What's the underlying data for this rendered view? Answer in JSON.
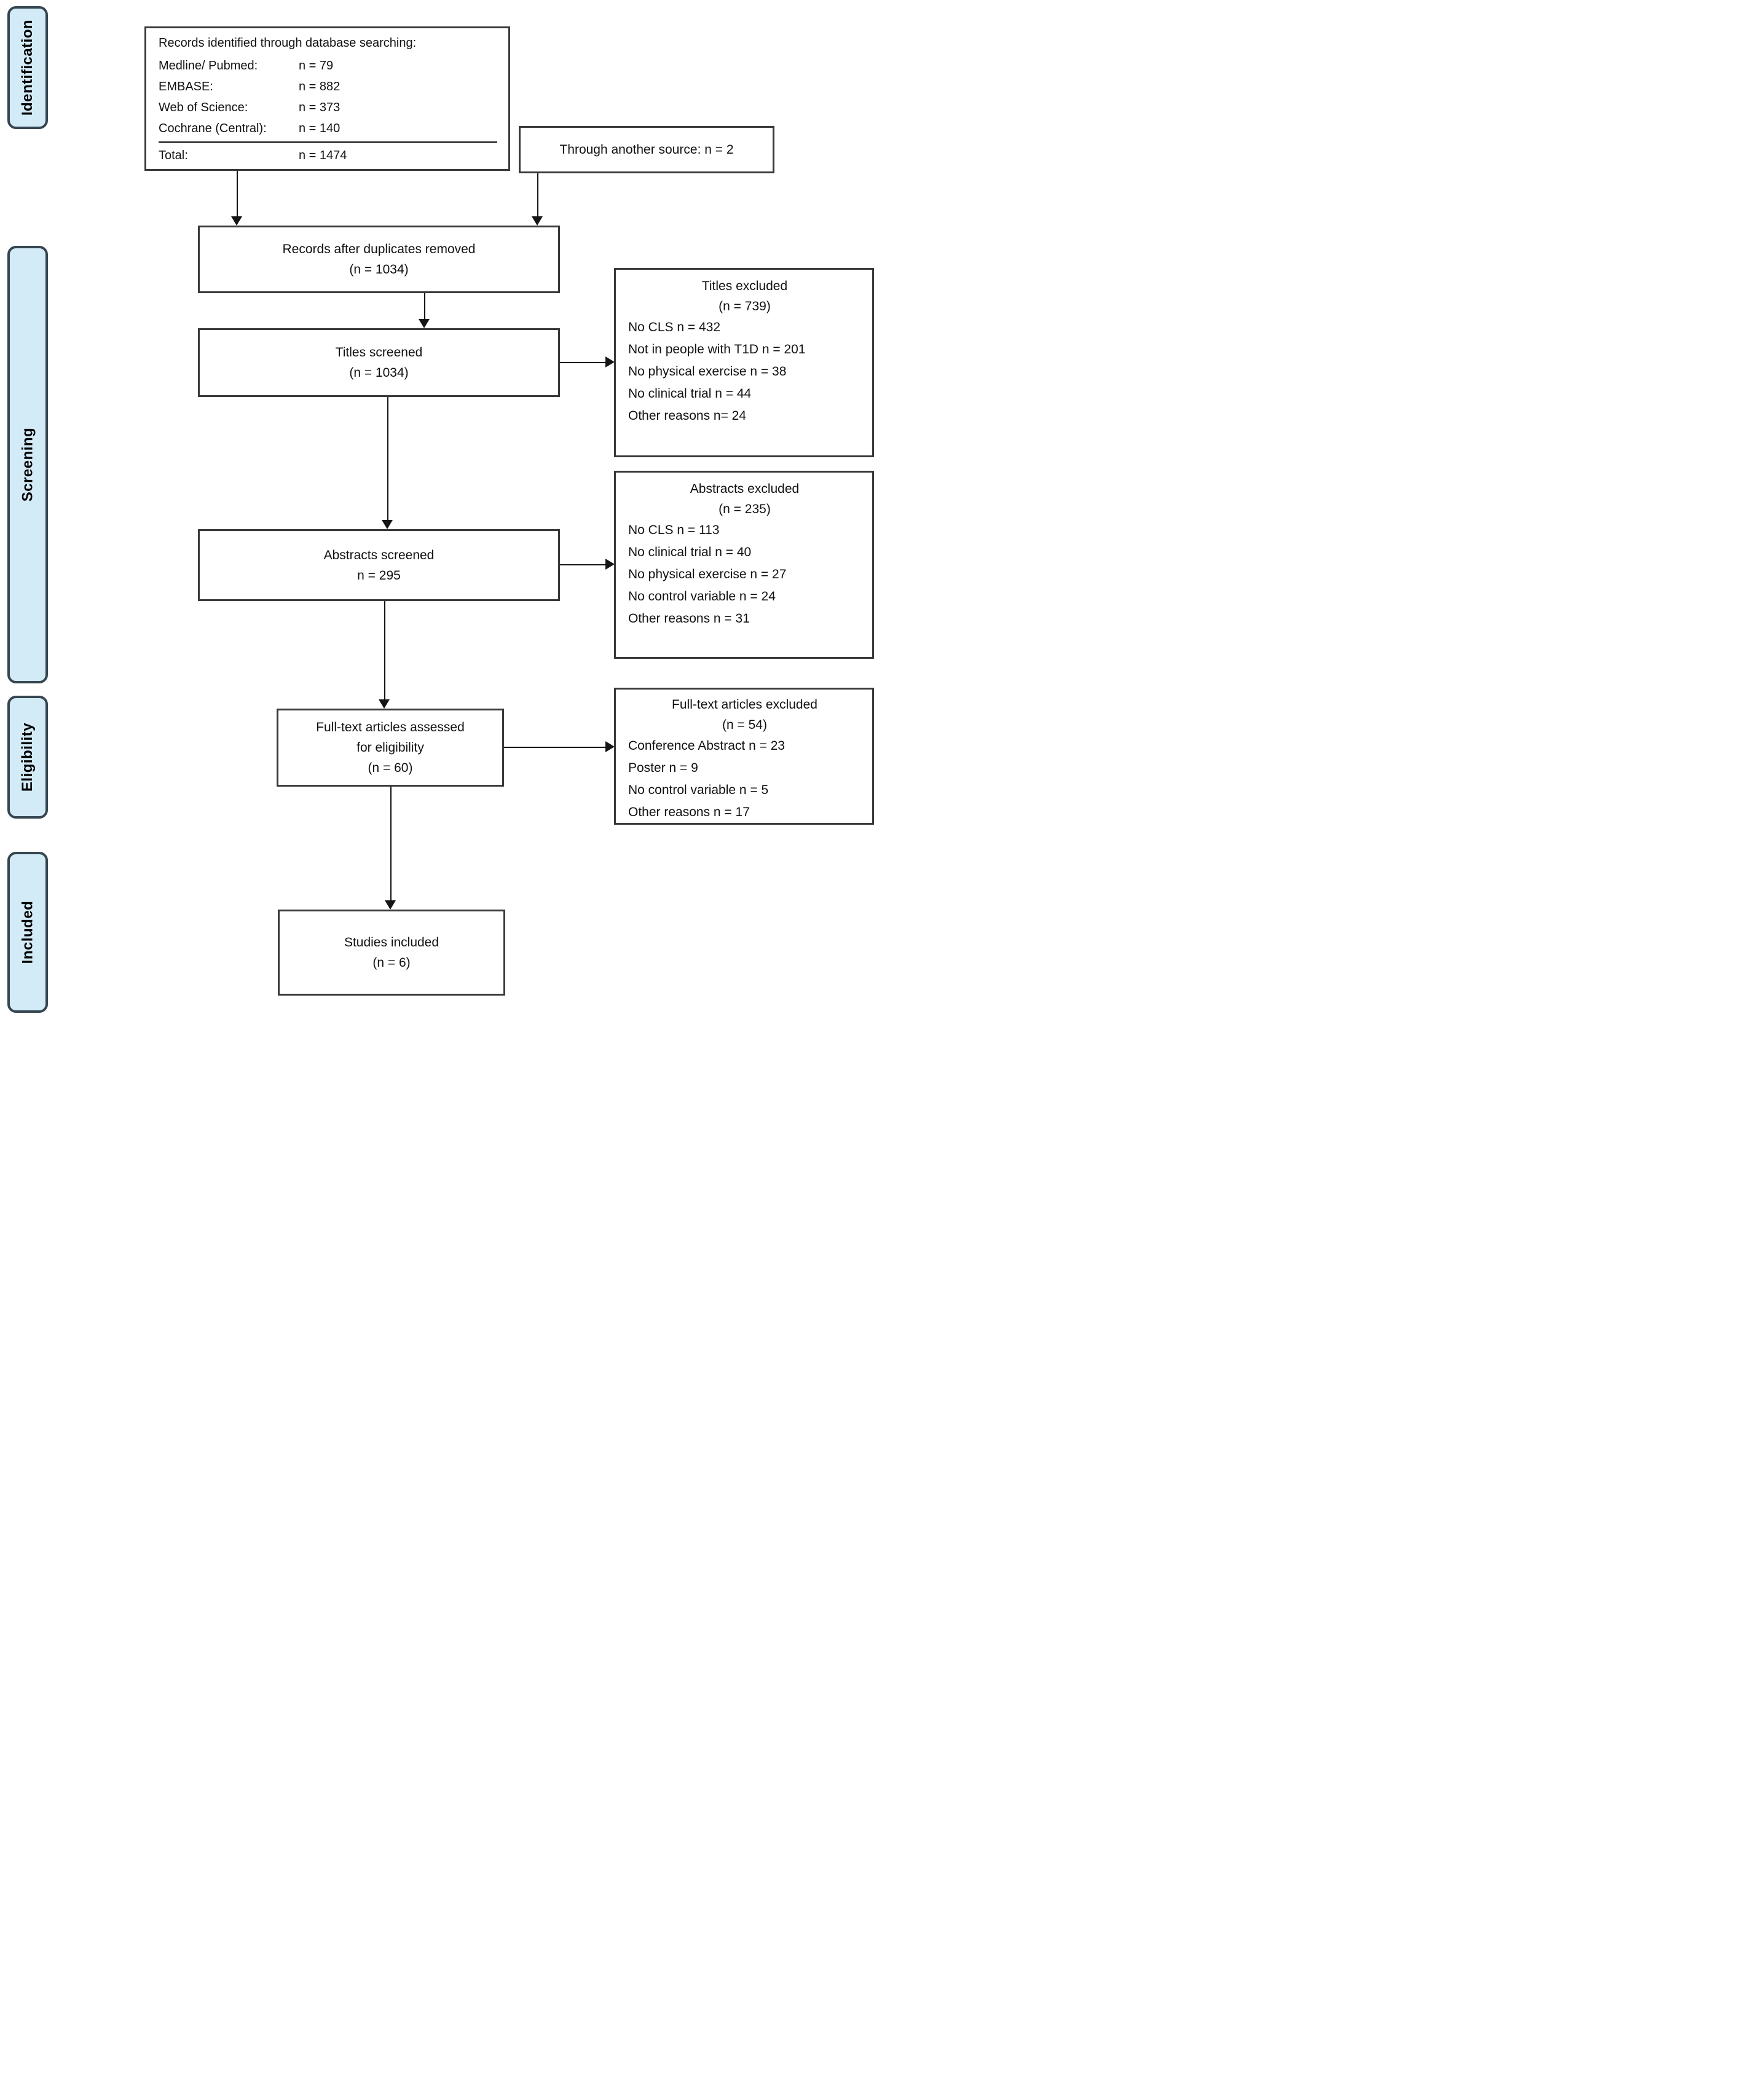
{
  "stages": [
    {
      "label": "Identification"
    },
    {
      "label": "Screening"
    },
    {
      "label": "Eligibility"
    },
    {
      "label": "Included"
    }
  ],
  "boxes": {
    "identified": {
      "title": "Records identified through database searching:",
      "rows": [
        {
          "source": "Medline/ Pubmed:",
          "count": "n = 79"
        },
        {
          "source": "EMBASE:",
          "count": "n = 882"
        },
        {
          "source": "Web of Science:",
          "count": "n = 373"
        },
        {
          "source": "Cochrane (Central):",
          "count": "n = 140"
        }
      ],
      "total": {
        "source": "Total:",
        "count": "n = 1474"
      }
    },
    "other_source": {
      "text": "Through another source: n = 2"
    },
    "duplicates_removed": {
      "line1": "Records after duplicates removed",
      "line2": "(n = 1034)"
    },
    "titles_screened": {
      "line1": "Titles screened",
      "line2": "(n = 1034)"
    },
    "titles_excluded": {
      "title": "Titles excluded",
      "count": "(n = 739)",
      "items": [
        "No CLS n = 432",
        "Not in people with T1D n = 201",
        "No physical exercise n = 38",
        "No clinical trial n = 44",
        "Other reasons n= 24"
      ]
    },
    "abstracts_screened": {
      "line1": "Abstracts screened",
      "line2": "n = 295"
    },
    "abstracts_excluded": {
      "title": "Abstracts excluded",
      "count": "(n = 235)",
      "items": [
        "No CLS n = 113",
        "No clinical trial n = 40",
        "No physical exercise n = 27",
        "No control variable n = 24",
        "Other reasons n = 31"
      ]
    },
    "fulltext_assessed": {
      "line1": "Full-text articles assessed",
      "line2": "for eligibility",
      "line3": "(n = 60)"
    },
    "fulltext_excluded": {
      "title": "Full-text articles excluded",
      "count": "(n = 54)",
      "items": [
        "Conference Abstract n = 23",
        "Poster n = 9",
        "No control variable n = 5",
        "Other reasons n = 17"
      ]
    },
    "studies_included": {
      "line1": "Studies included",
      "line2": "(n = 6)"
    }
  },
  "colors": {
    "stage_fill": "#d3eaf7",
    "stage_border": "#364650",
    "box_border": "#3a3a3a",
    "line": "#151515"
  }
}
